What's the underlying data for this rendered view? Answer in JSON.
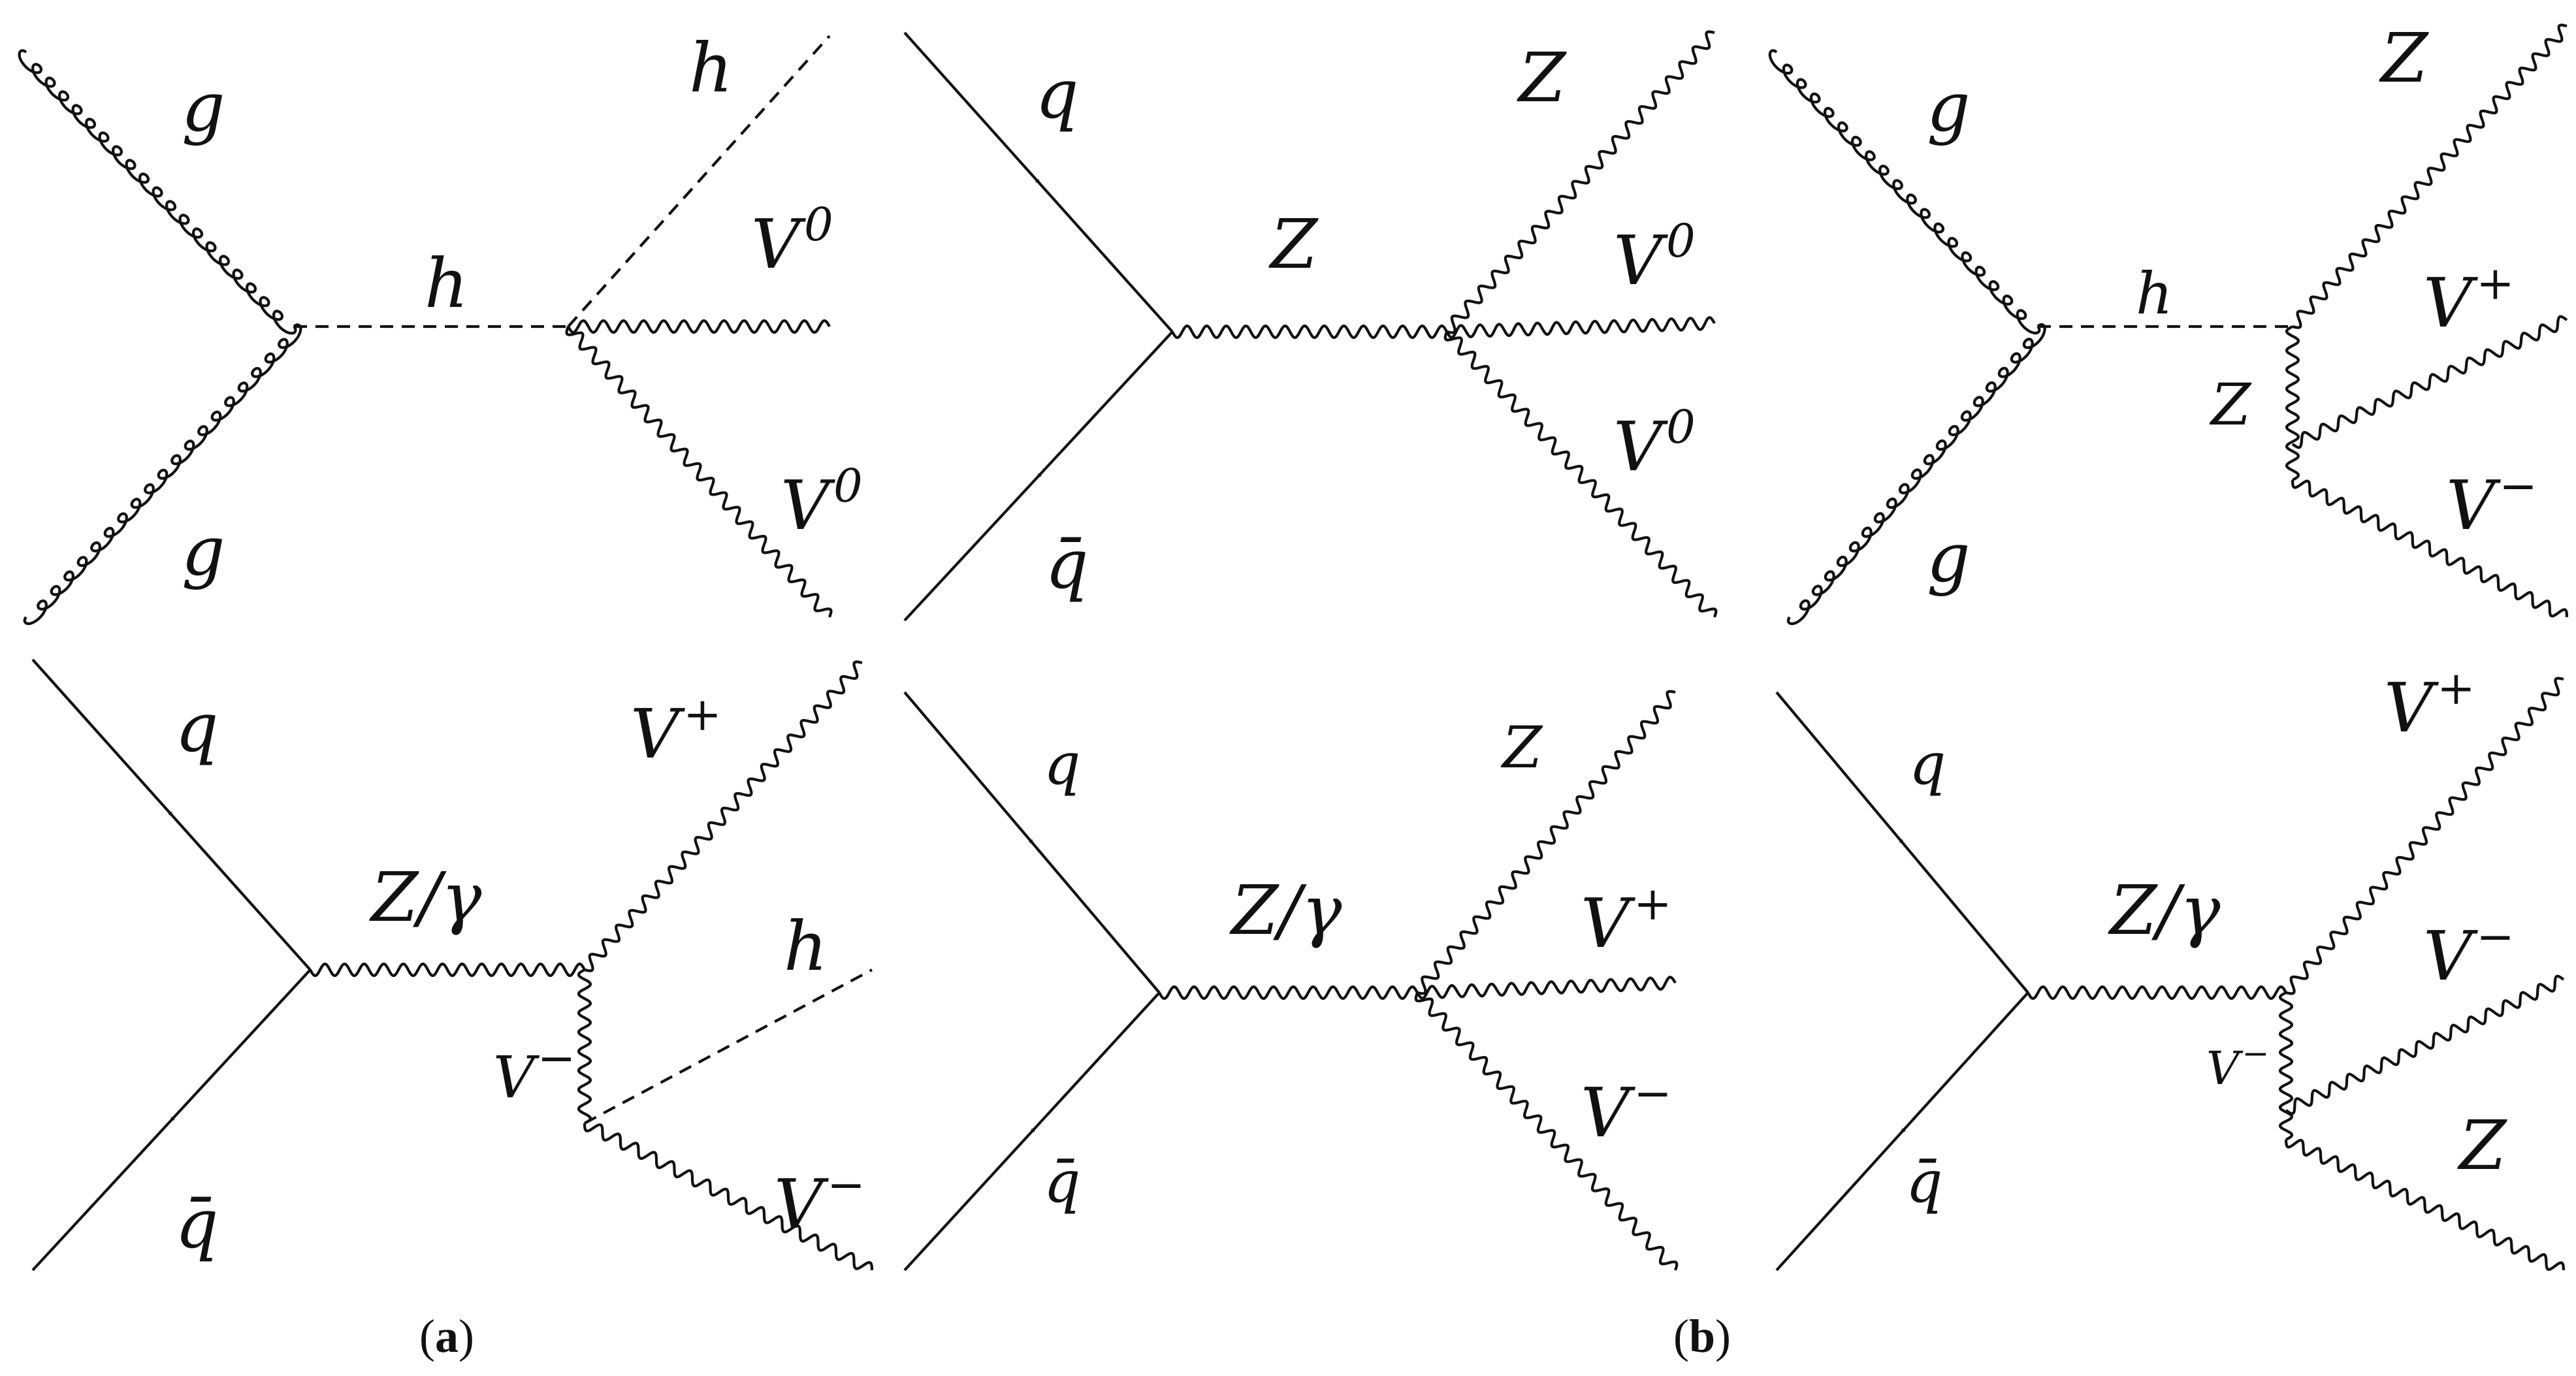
{
  "panels": [
    {
      "id": "a",
      "caption_open": "(",
      "caption_letter": "a",
      "caption_close": ")"
    },
    {
      "id": "b",
      "caption_open": "(",
      "caption_letter": "b",
      "caption_close": ")"
    }
  ],
  "diagrams": {
    "d1": {
      "in_top": "g",
      "in_bot": "g",
      "prop": "h",
      "out1": "h",
      "out2": "V",
      "out2_sup": "0",
      "out3": "V",
      "out3_sup": "0"
    },
    "d2": {
      "in_top": "q",
      "in_bot": "q̄",
      "prop": "Z",
      "out1": "Z",
      "out2": "V",
      "out2_sup": "0",
      "out3": "V",
      "out3_sup": "0"
    },
    "d3": {
      "in_top": "g",
      "in_bot": "g",
      "prop": "h",
      "inner": "Z",
      "out1": "Z",
      "out2": "V",
      "out2_sup": "+",
      "out3": "V",
      "out3_sup": "−"
    },
    "d4": {
      "in_top": "q",
      "in_bot": "q̄",
      "prop": "Z/γ",
      "inner": "V",
      "inner_sup": "−",
      "out1": "V",
      "out1_sup": "+",
      "out2": "h",
      "out3": "V",
      "out3_sup": "−"
    },
    "d5": {
      "in_top": "q",
      "in_bot": "q̄",
      "prop": "Z/γ",
      "out1": "Z",
      "out2": "V",
      "out2_sup": "+",
      "out3": "V",
      "out3_sup": "−"
    },
    "d6": {
      "in_top": "q",
      "in_bot": "q̄",
      "prop": "Z/γ",
      "inner": "V",
      "inner_sup": "−",
      "out1": "V",
      "out1_sup": "+",
      "out2": "V",
      "out2_sup": "−",
      "out3": "Z"
    }
  },
  "colors": {
    "line": "#111111",
    "background": "#ffffff"
  }
}
